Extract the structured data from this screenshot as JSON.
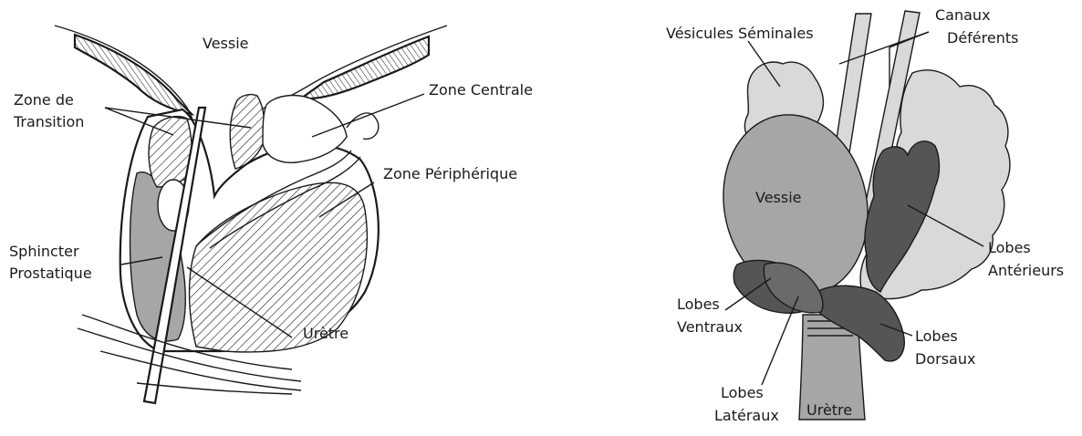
{
  "left_diagram": {
    "labels": {
      "vessie": "Vessie",
      "zone_transition_1": "Zone de",
      "zone_transition_2": "Transition",
      "zone_centrale": "Zone Centrale",
      "zone_peripherique": "Zone Périphérique",
      "sphincter_1": "Sphincter",
      "sphincter_2": "Prostatique",
      "uretre": "Urètre"
    }
  },
  "right_diagram": {
    "labels": {
      "vesicules": "Vésicules Séminales",
      "canaux_1": "Canaux",
      "canaux_2": "Déférents",
      "vessie": "Vessie",
      "lobes_anterieurs_1": "Lobes",
      "lobes_anterieurs_2": "Antérieurs",
      "lobes_ventraux_1": "Lobes",
      "lobes_ventraux_2": "Ventraux",
      "lobes_dorsaux_1": "Lobes",
      "lobes_dorsaux_2": "Dorsaux",
      "lobes_lateraux_1": "Lobes",
      "lobes_lateraux_2": "Latéraux",
      "uretre": "Urètre"
    }
  },
  "colors": {
    "light_gray": "#d9d9d9",
    "mid_gray": "#a6a6a6",
    "dark_gray": "#555555",
    "outline": "#1a1a1a"
  }
}
